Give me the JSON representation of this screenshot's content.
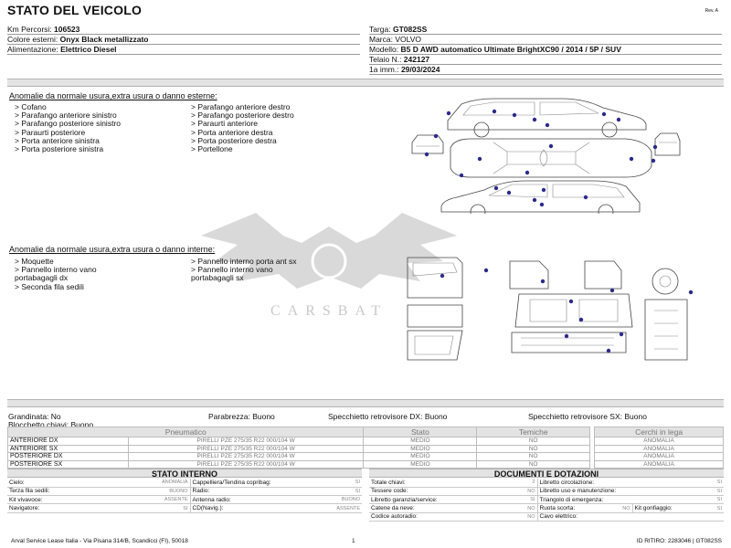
{
  "header": {
    "title": "STATO DEL VEICOLO",
    "rev": "Rev. A"
  },
  "vehicle_left": [
    {
      "label": "Km Percorsi: ",
      "value": "106523"
    },
    {
      "label": "Colore esterni: ",
      "value": "Onyx Black metallizzato"
    },
    {
      "label": "Alimentazione: ",
      "value": "Elettrico Diesel"
    }
  ],
  "vehicle_right": [
    {
      "label": "Targa: ",
      "value": "GT082SS"
    },
    {
      "label": "Marca: ",
      "value": "VOLVO"
    },
    {
      "label": "Modello: ",
      "value": "B5 D AWD automatico Ultimate BrightXC90 / 2014 / 5P / SUV"
    },
    {
      "label": "Telaio N.: ",
      "value": "242127"
    },
    {
      "label": "1a imm.: ",
      "value": "29/03/2024"
    }
  ],
  "external": {
    "title": "Anomalie da normale usura,extra usura o danno esterne:",
    "col1": [
      "> Cofano",
      "> Parafango anteriore sinistro",
      "> Parafango posteriore sinistro",
      "> Paraurti posteriore",
      "> Porta anteriore sinistra",
      "> Porta posteriore sinistra"
    ],
    "col2": [
      "> Parafango anteriore destro",
      "> Parafango posteriore destro",
      "> Paraurti anteriore",
      "> Porta anteriore destra",
      "> Porta posteriore destra",
      "> Portellone"
    ]
  },
  "internal": {
    "title": "Anomalie da normale usura,extra usura o danno interne:",
    "col1": [
      "> Moquette",
      "> Pannello interno vano",
      "portabagagli dx",
      "> Seconda fila sedili"
    ],
    "col2": [
      "> Pannello interno porta ant sx",
      "> Pannello interno vano",
      "portabagagli sx"
    ]
  },
  "watermark": "CARSBAT",
  "conditions": {
    "grandinata": "Grandinata: No",
    "parabrezza": "Parabrezza: Buono",
    "specchietto_dx": "Specchietto retrovisore DX: Buono",
    "specchietto_sx": "Specchietto retrovisore SX: Buono",
    "blocchetto": "Blocchetto chiavi: Buono"
  },
  "tyres": {
    "headers": {
      "pneumatico": "Pneumatico",
      "stato": "Stato",
      "temiche": "Temiche",
      "cerchi": "Cerchi in lega"
    },
    "rows": [
      {
        "pos": "ANTERIORE DX",
        "spec": "PIRELLI  PZE 275/35 R22 000/104 W",
        "stato": "MEDIO",
        "temiche": "NO",
        "cerchi": "ANOMALIA"
      },
      {
        "pos": "ANTERIORE SX",
        "spec": "PIRELLI  PZE 275/35 R22 000/104 W",
        "stato": "MEDIO",
        "temiche": "NO",
        "cerchi": "ANOMALIA"
      },
      {
        "pos": "POSTERIORE DX",
        "spec": "PIRELLI  PZE 275/35 R22 000/104 W",
        "stato": "MEDIO",
        "temiche": "NO",
        "cerchi": "ANOMALIA"
      },
      {
        "pos": "POSTERIORE SX",
        "spec": "PIRELLI  PZE 275/35 R22 000/104 W",
        "stato": "MEDIO",
        "temiche": "NO",
        "cerchi": "ANOMALIA"
      }
    ]
  },
  "stato_interno": {
    "title": "STATO INTERNO",
    "rows": [
      {
        "l1": "Cielo:",
        "v1": "ANOMALIA",
        "l2": "Cappelliera/Tendina copribag:",
        "v2": "SI"
      },
      {
        "l1": "Terza fila sedili:",
        "v1": "BUONO",
        "l2": "Radio:",
        "v2": "SI"
      },
      {
        "l1": "Kit vivavoce:",
        "v1": "ASSENTE",
        "l2": "Antenna radio:",
        "v2": "BUONO"
      },
      {
        "l1": "Navigatore:",
        "v1": "SI",
        "l2": "CD(Navig.):",
        "v2": "ASSENTE"
      }
    ]
  },
  "documenti": {
    "title": "DOCUMENTI E DOTAZIONI",
    "rows": [
      {
        "l1": "Totale chiavi:",
        "v1": "2",
        "l2": "Libretto circolazione:",
        "v2": "SI",
        "l3": "",
        "v3": ""
      },
      {
        "l1": "Tessere code:",
        "v1": "NO",
        "l2": "Libretto uso e manutenzione:",
        "v2": "SI",
        "l3": "",
        "v3": ""
      },
      {
        "l1": "Libretto garanzia/service:",
        "v1": "SI",
        "l2": "Triangolo di emergenza:",
        "v2": "SI",
        "l3": "",
        "v3": ""
      },
      {
        "l1": "Catene da neve:",
        "v1": "NO",
        "l2": "Ruota scorta:",
        "v2": "NO",
        "l3": "Kit gonfiaggio:",
        "v3": "SI"
      },
      {
        "l1": "Codice autoradio:",
        "v1": "NO",
        "l2": "Cavo elettrico:",
        "v2": "",
        "l3": "",
        "v3": ""
      }
    ]
  },
  "footer": {
    "company": "Arval Service Lease Italia - Via Pisana 314/B, Scandicci (FI), 50018",
    "page": "1",
    "ritiro": "ID RITIRO: 2283046 | GT082SS"
  }
}
